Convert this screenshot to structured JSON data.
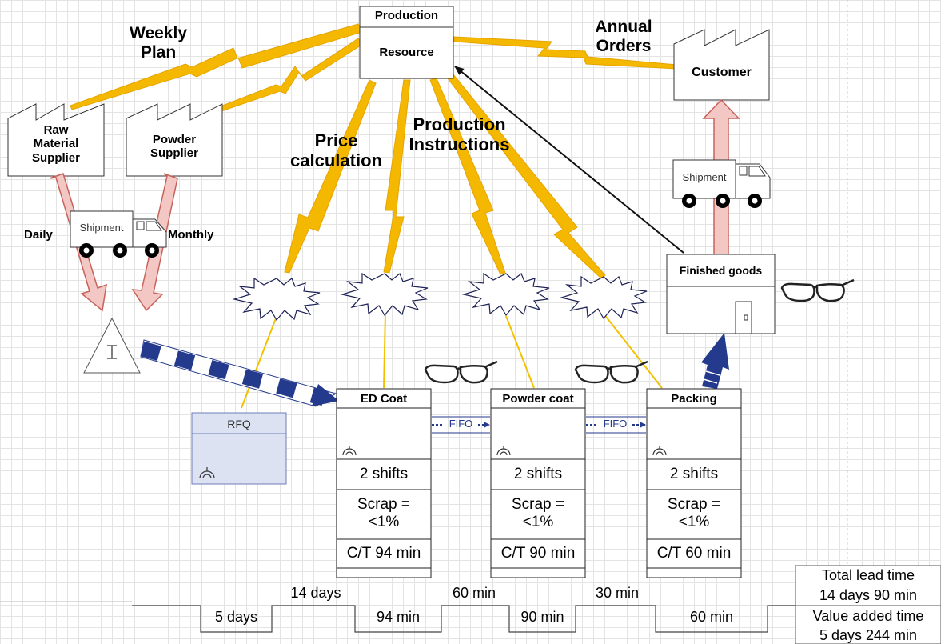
{
  "production_control": {
    "top_label": "Production",
    "bottom_label": "Resource"
  },
  "customer": {
    "label": "Customer"
  },
  "suppliers": [
    {
      "label": "Raw Material Supplier"
    },
    {
      "label": "Powder Supplier"
    }
  ],
  "info_flow_labels": {
    "weekly_plan": "Weekly Plan",
    "annual_orders": "Annual Orders",
    "price_calculation": "Price calculation",
    "production_instructions": "Production Instructions"
  },
  "shipments": [
    {
      "label": "Shipment"
    },
    {
      "label": "Shipment"
    }
  ],
  "frequencies": {
    "daily": "Daily",
    "monthly": "Monthly"
  },
  "rfq": {
    "label": "RFQ"
  },
  "processes": [
    {
      "name": "ED Coat",
      "shifts": "2 shifts",
      "scrap": "Scrap = <1%",
      "cycle_time": "C/T 94 min"
    },
    {
      "name": "Powder coat",
      "shifts": "2 shifts",
      "scrap": "Scrap = <1%",
      "cycle_time": "C/T 90 min"
    },
    {
      "name": "Packing",
      "shifts": "2 shifts",
      "scrap": "Scrap = <1%",
      "cycle_time": "C/T 60 min"
    }
  ],
  "fifo_labels": [
    "FIFO",
    "FIFO"
  ],
  "finished_goods": {
    "label": "Finished goods"
  },
  "timeline": {
    "waiting": [
      "14 days",
      "60 min",
      "30 min"
    ],
    "processing": [
      "5 days",
      "94 min",
      "90 min",
      "60 min"
    ],
    "total_lead_time_label": "Total lead time",
    "total_lead_time_value": "14 days 90 min",
    "value_added_label": "Value added time",
    "value_added_value": "5 days 244 min"
  },
  "colors": {
    "lightning": "#f5b800",
    "info_line": "#f2c200",
    "push_arrow": "#243a8c",
    "material_arrow_fill": "#f3c7c4",
    "material_arrow_stroke": "#c9625a",
    "rfq_fill": "#dde2f3",
    "rfq_stroke": "#6f7db8"
  }
}
